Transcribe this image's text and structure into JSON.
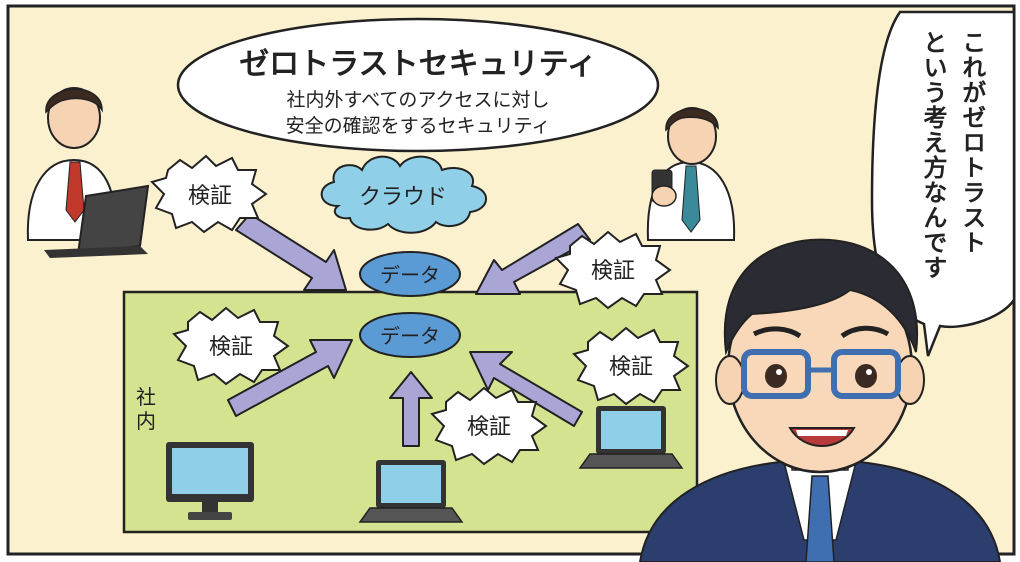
{
  "title_bubble": {
    "title": "ゼロトラストセキュリティ",
    "line1": "社内外すべてのアクセスに対し",
    "line2": "安全の確認をするセキュリティ"
  },
  "cloud_label": "クラウド",
  "data_label_cloud": "データ",
  "data_label_office": "データ",
  "office_label": "社内",
  "verify_labels": [
    "検証",
    "検証",
    "検証",
    "検証",
    "検証"
  ],
  "speech": {
    "col1": "これがゼロトラスト",
    "col2": "という考え方なんです"
  },
  "colors": {
    "panel_bg": "#fbf1cf",
    "office_bg": "#d4e38f",
    "arrow": "#a9a6d6",
    "data_ellipse": "#5b9bd5",
    "cloud": "#8fd0e8",
    "glasses": "#3f6fb0"
  },
  "icons": [
    "laptop-user-figure",
    "smartphone-user-figure",
    "desktop-monitor-icon",
    "laptop-icon",
    "presenter-character"
  ]
}
